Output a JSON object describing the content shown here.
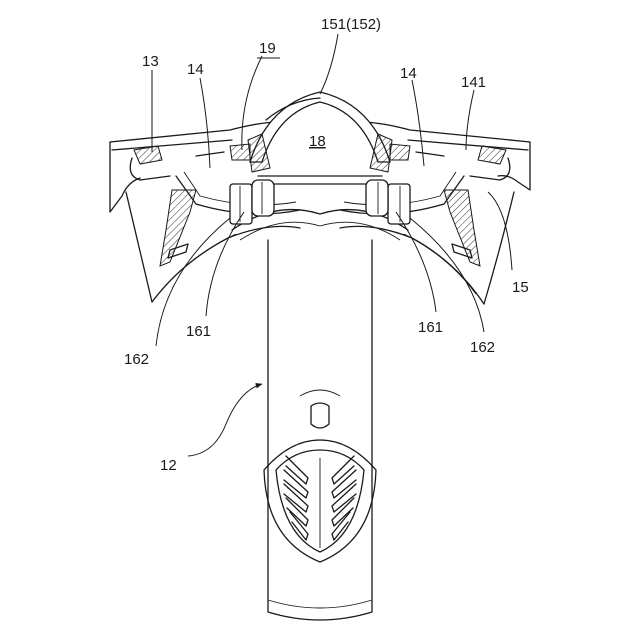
{
  "figure": {
    "line_color": "#1a1a1a",
    "background": "#ffffff",
    "labels": {
      "l13": "13",
      "l14a": "14",
      "l19": "19",
      "l151": "151(152)",
      "l14b": "14",
      "l141": "141",
      "l18": "18",
      "l15": "15",
      "l161a": "161",
      "l161b": "161",
      "l162a": "162",
      "l162b": "162",
      "l12": "12"
    }
  }
}
